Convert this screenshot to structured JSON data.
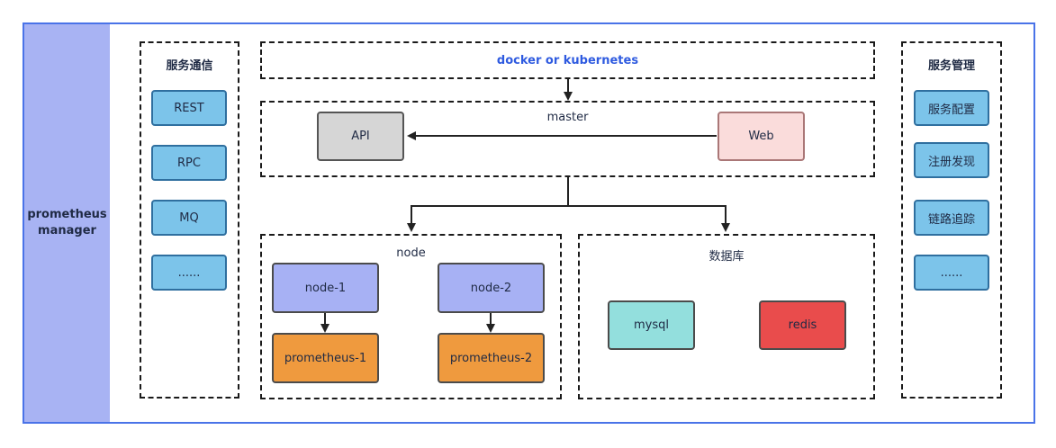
{
  "sidebar": {
    "label_line1": "prometheus",
    "label_line2": "manager"
  },
  "left_panel": {
    "title": "服务通信",
    "items": [
      "REST",
      "RPC",
      "MQ",
      "......"
    ]
  },
  "top_bar": {
    "label": "docker or kubernetes",
    "color": "#2f5be0"
  },
  "master": {
    "title": "master",
    "api": "API",
    "web": "Web"
  },
  "node": {
    "title": "node",
    "nodes": [
      "node-1",
      "node-2"
    ],
    "prometheus": [
      "prometheus-1",
      "prometheus-2"
    ]
  },
  "database": {
    "title": "数据库",
    "mysql": "mysql",
    "redis": "redis"
  },
  "right_panel": {
    "title": "服务管理",
    "items": [
      "服务配置",
      "注册发现",
      "链路追踪",
      "......"
    ]
  }
}
